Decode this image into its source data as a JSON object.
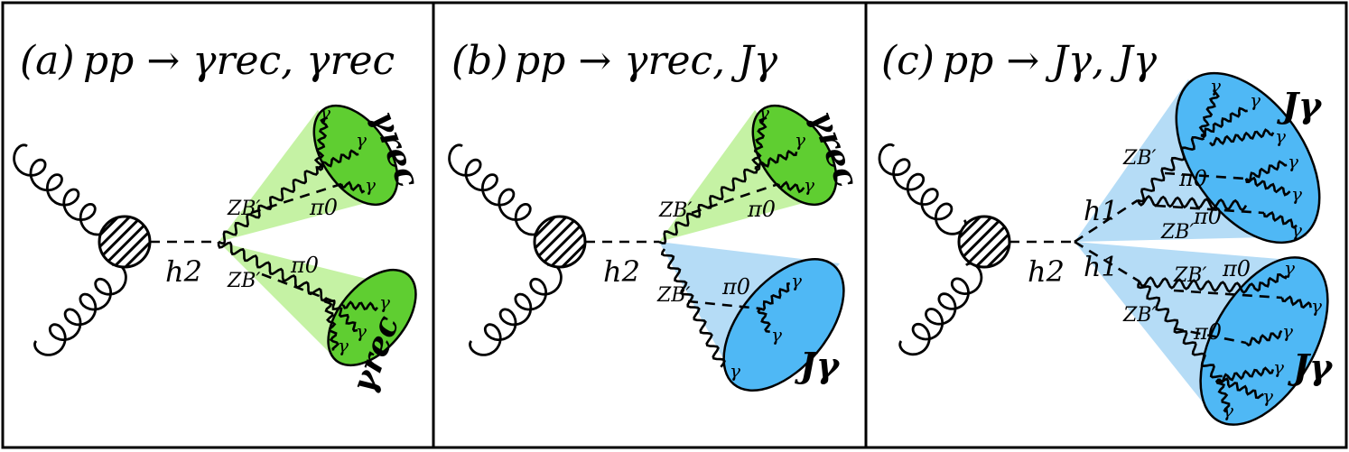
{
  "panels": [
    {
      "label": "(a)",
      "process": "pp → γrec, γrec",
      "h": "h2",
      "z1": "ZB′",
      "z2": "ZB′",
      "pi1": "π0",
      "pi2": "π0",
      "top_jet": "γrec",
      "bottom_jet": "γrec",
      "photon": "γ"
    },
    {
      "label": "(b)",
      "process": "pp → γrec, Jγ",
      "h": "h2",
      "z1": "ZB′",
      "z2": "ZB′",
      "pi1": "π0",
      "pi2": "π0",
      "top_jet": "γrec",
      "bottom_jet": "Jγ",
      "photon": "γ"
    },
    {
      "label": "(c)",
      "process": "pp → Jγ, Jγ",
      "h": "h2",
      "h1_top": "h1",
      "h1_bottom": "h1",
      "z1": "ZB′",
      "z2": "ZB′",
      "z3": "ZB′",
      "z4": "ZB′",
      "pi1": "π0",
      "pi2": "π0",
      "pi3": "π0",
      "pi4": "π0",
      "top_jet": "Jγ",
      "bottom_jet": "Jγ",
      "photon": "γ"
    }
  ],
  "colors": {
    "green_cone": "#c5f2a4",
    "green_ellipse": "#5fce31",
    "blue_cone": "#b5dcf6",
    "blue_ellipse": "#4fb8f5"
  }
}
